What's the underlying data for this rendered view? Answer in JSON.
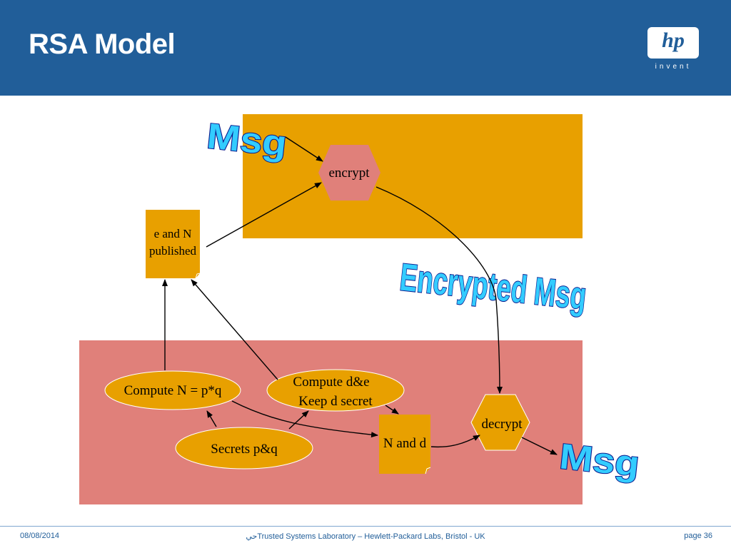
{
  "slide": {
    "title": "RSA Model",
    "logo": {
      "brand": "hp",
      "tagline": "invent"
    }
  },
  "diagram": {
    "wordart": {
      "msg_top": "Msg",
      "encrypted": "Encrypted Msg",
      "msg_bottom": "Msg"
    },
    "nodes": {
      "encrypt": "encrypt",
      "published": [
        "e and N",
        "published"
      ],
      "compute_n": "Compute N = p*q",
      "compute_de": [
        "Compute d&e",
        "Keep d secret"
      ],
      "secrets": "Secrets p&q",
      "n_and_d": "N and d",
      "decrypt": "decrypt"
    },
    "colors": {
      "public_region": "#e8a000",
      "private_region": "#e0807a",
      "node_fill": "#e8a000",
      "hexagon_fill": "#e0807a"
    }
  },
  "footer": {
    "date": "08/08/2014",
    "center": "حيTrusted Systems Laboratory – Hewlett-Packard Labs, Bristol - UK",
    "page": "page 36"
  }
}
